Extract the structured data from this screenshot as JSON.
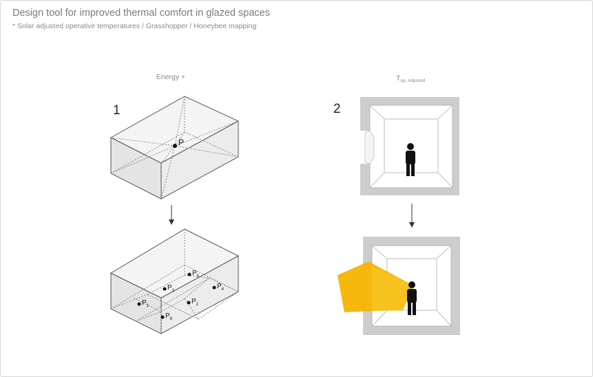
{
  "header": {
    "title": "Design tool for improved thermal comfort in glazed spaces",
    "subtitle": "* Solar adjusted operative temperatures / Grasshopper / Honeybee mapping"
  },
  "panels": {
    "left": {
      "heading": "Energy +",
      "step_number": "1"
    },
    "right": {
      "heading_main": "T",
      "heading_sub": "op, Adjusted",
      "step_number": "2"
    }
  },
  "points": {
    "single": "P",
    "multi": [
      {
        "letter": "P",
        "index": "1"
      },
      {
        "letter": "P",
        "index": "3"
      },
      {
        "letter": "P",
        "index": "5"
      },
      {
        "letter": "P",
        "index": "4"
      },
      {
        "letter": "P",
        "index": "2"
      },
      {
        "letter": "P",
        "index": "6"
      }
    ]
  },
  "colors": {
    "line": "#444444",
    "box_front": "#e6e6e6",
    "box_top": "#f3f3f3",
    "wall": "#cfcfcf",
    "sun": "#f5b800",
    "text": "#333333"
  }
}
